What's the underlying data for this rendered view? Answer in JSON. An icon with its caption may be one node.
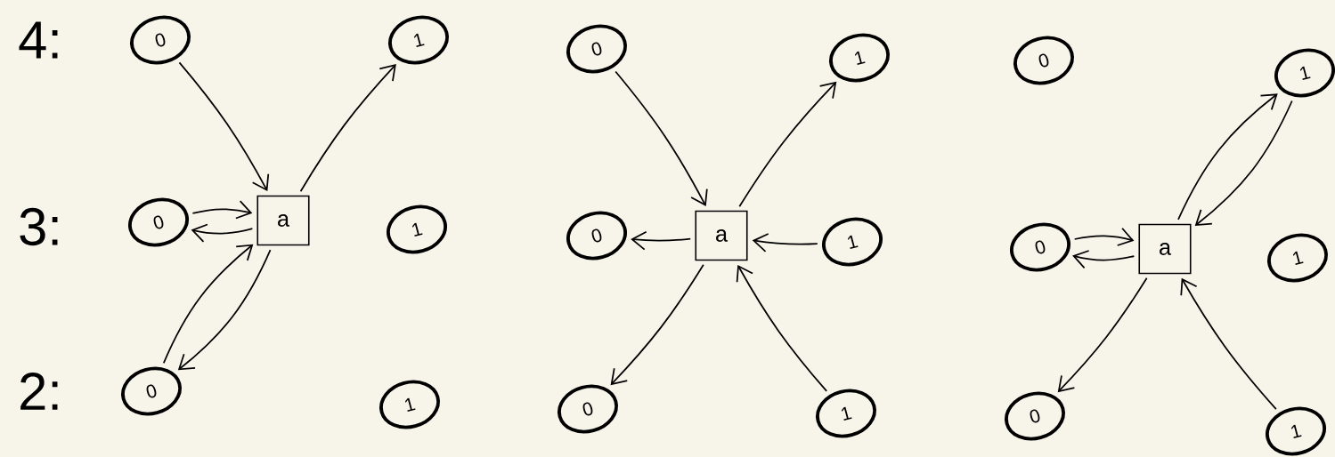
{
  "diagram": {
    "nodes": [
      {
        "text": [
          "0"
        ]
      },
      {
        "text": [
          "1"
        ]
      },
      {
        "text": [
          "0"
        ]
      },
      {
        "text": [
          "a"
        ]
      },
      {
        "text": [
          "1"
        ]
      },
      {
        "text": [
          "0"
        ]
      },
      {
        "text": [
          "1"
        ]
      },
      {
        "text": [
          "0"
        ]
      },
      {
        "text": [
          "1"
        ]
      },
      {
        "text": [
          "0"
        ]
      },
      {
        "text": [
          "a"
        ]
      },
      {
        "text": [
          "1"
        ]
      },
      {
        "text": [
          "0"
        ]
      },
      {
        "text": [
          "1"
        ]
      },
      {
        "text": [
          "0"
        ]
      },
      {
        "text": [
          "1"
        ]
      },
      {
        "text": [
          "0"
        ]
      },
      {
        "text": [
          "a"
        ]
      },
      {
        "text": [
          "1"
        ]
      },
      {
        "text": [
          "0"
        ]
      },
      {
        "text": [
          "1"
        ]
      }
    ],
    "edges": [
      {
        "from": 0,
        "to": 3,
        "arrow": "to"
      },
      {
        "from": 3,
        "to": 1,
        "arrow": "to"
      },
      {
        "from": 2,
        "to": 3,
        "arrow": "to"
      },
      {
        "from": 3,
        "to": 2,
        "arrow": "to"
      },
      {
        "from": 5,
        "to": 3,
        "arrow": "to"
      },
      {
        "from": 3,
        "to": 5,
        "arrow": "to"
      },
      {
        "from": 7,
        "to": 10,
        "arrow": "to"
      },
      {
        "from": 10,
        "to": 8,
        "arrow": "to"
      },
      {
        "from": 10,
        "to": 9,
        "arrow": "to"
      },
      {
        "from": 11,
        "to": 10,
        "arrow": "to"
      },
      {
        "from": 10,
        "to": 12,
        "arrow": "to"
      },
      {
        "from": 13,
        "to": 10,
        "arrow": "to"
      },
      {
        "from": 15,
        "to": 17,
        "arrow": "to"
      },
      {
        "from": 17,
        "to": 15,
        "arrow": "to"
      },
      {
        "from": 16,
        "to": 17,
        "arrow": "to"
      },
      {
        "from": 17,
        "to": 16,
        "arrow": "to"
      },
      {
        "from": 17,
        "to": 19,
        "arrow": "to"
      },
      {
        "from": 20,
        "to": 17,
        "arrow": "to"
      }
    ],
    "labels": [
      "4:",
      "3:",
      "2:"
    ]
  }
}
